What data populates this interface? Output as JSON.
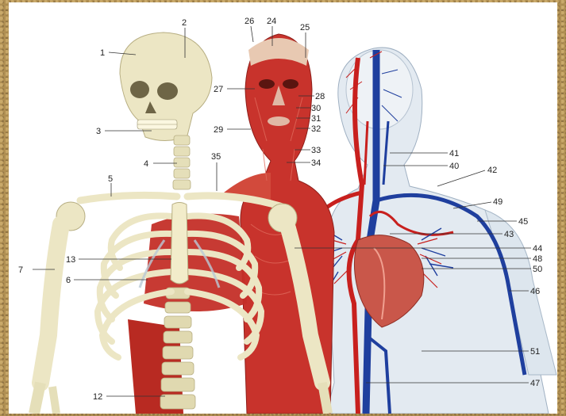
{
  "labels": [
    {
      "id": "l1",
      "text": "1"
    },
    {
      "id": "l2",
      "text": "2"
    },
    {
      "id": "l3",
      "text": "3"
    },
    {
      "id": "l4",
      "text": "4"
    },
    {
      "id": "l5",
      "text": "5"
    },
    {
      "id": "l6",
      "text": "6"
    },
    {
      "id": "l7",
      "text": "7"
    },
    {
      "id": "l12",
      "text": "12"
    },
    {
      "id": "l13",
      "text": "13"
    },
    {
      "id": "l24",
      "text": "24"
    },
    {
      "id": "l25",
      "text": "25"
    },
    {
      "id": "l26",
      "text": "26"
    },
    {
      "id": "l27",
      "text": "27"
    },
    {
      "id": "l28",
      "text": "28"
    },
    {
      "id": "l29",
      "text": "29"
    },
    {
      "id": "l30",
      "text": "30"
    },
    {
      "id": "l31",
      "text": "31"
    },
    {
      "id": "l32",
      "text": "32"
    },
    {
      "id": "l33",
      "text": "33"
    },
    {
      "id": "l34",
      "text": "34"
    },
    {
      "id": "l35",
      "text": "35"
    },
    {
      "id": "l40",
      "text": "40"
    },
    {
      "id": "l41",
      "text": "41"
    },
    {
      "id": "l42",
      "text": "42"
    },
    {
      "id": "l43",
      "text": "43"
    },
    {
      "id": "l44",
      "text": "44"
    },
    {
      "id": "l45",
      "text": "45"
    },
    {
      "id": "l46",
      "text": "46"
    },
    {
      "id": "l47",
      "text": "47"
    },
    {
      "id": "l48",
      "text": "48"
    },
    {
      "id": "l49",
      "text": "49"
    },
    {
      "id": "l50",
      "text": "50"
    },
    {
      "id": "l51",
      "text": "51"
    }
  ],
  "colors": {
    "bone": "#ece6c4",
    "bone_shadow": "#cfc79c",
    "muscle": "#c8332c",
    "muscle_light": "#e06a5c",
    "vein": "#1f3f9e",
    "artery": "#c8201e",
    "transparent_body": "#dde6ee",
    "heart": "#c9574a"
  }
}
